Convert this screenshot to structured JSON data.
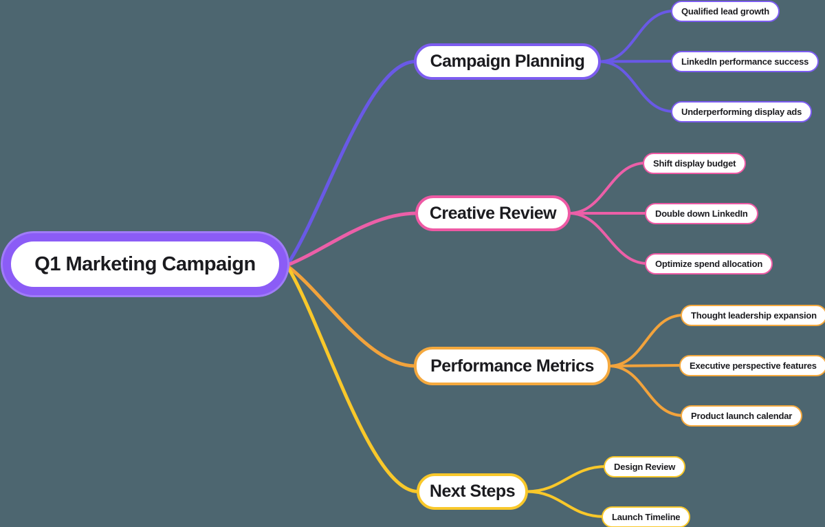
{
  "canvas": {
    "background_color": "#4d6670"
  },
  "mindmap": {
    "root": {
      "label": "Q1 Marketing Campaign",
      "border_color": "#8b5cf6",
      "fill_color": "#ffffff",
      "text_color": "#1b1b1f"
    },
    "branches": [
      {
        "label": "Campaign Planning",
        "line_color": "#6959e6",
        "border_color": "#7c5cf0",
        "children": [
          {
            "label": "Qualified lead growth"
          },
          {
            "label": "LinkedIn performance success"
          },
          {
            "label": "Underperforming display ads"
          }
        ]
      },
      {
        "label": "Creative Review",
        "line_color": "#ec5fa8",
        "border_color": "#ee59a4",
        "children": [
          {
            "label": "Shift display budget"
          },
          {
            "label": "Double down LinkedIn"
          },
          {
            "label": "Optimize spend allocation"
          }
        ]
      },
      {
        "label": "Performance Metrics",
        "line_color": "#f2a33c",
        "border_color": "#f5a93e",
        "children": [
          {
            "label": "Thought leadership expansion"
          },
          {
            "label": "Executive perspective features"
          },
          {
            "label": "Product launch calendar"
          }
        ]
      },
      {
        "label": "Next Steps",
        "line_color": "#f9c82a",
        "border_color": "#f9c82a",
        "children": [
          {
            "label": "Design Review"
          },
          {
            "label": "Launch Timeline"
          }
        ]
      }
    ]
  }
}
